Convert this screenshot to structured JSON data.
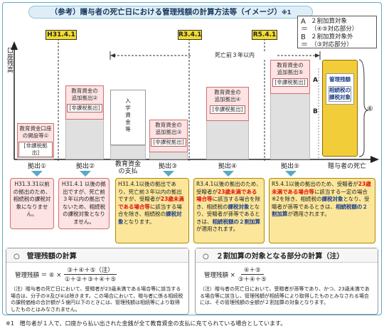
{
  "title": "（参考）贈与者の死亡日における管理残額の計算方法等（イメージ）",
  "title_note": "※1",
  "legend": {
    "a_key": "A＝",
    "a_line1": "２割加算対象",
    "a_line2": "（④⑤対応部分）",
    "b_key": "B＝",
    "b_line1": "２割加算対象外",
    "b_line2": "（③対応部分）"
  },
  "y_axis_label": "口座残高",
  "dates": {
    "h31": "H31.4.1",
    "r3": "R3.4.1",
    "r5": "R5.4.1"
  },
  "span_label": "死亡前３年以内",
  "bars": {
    "b1_l1": "教育資金口座",
    "b1_l2": "の開設等①",
    "b1_sub": "非課税拠出",
    "b2_l1": "教育資金の",
    "b2_l2": "追加拠出②",
    "b2_sub": "非課税拠出",
    "entry_l1": "入",
    "entry_l2": "学",
    "entry_l3": "資",
    "entry_l4": "金",
    "entry_l5": "等",
    "b3_l1": "教育資金の",
    "b3_l2": "追加拠出③",
    "b3_sub": "非課税拠出",
    "b4_l1": "教育資金の",
    "b4_l2": "追加拠出④",
    "b4_sub": "非課税拠出",
    "b5_l1": "教育資金の",
    "b5_l2": "追加拠出⑤",
    "b5_sub": "非課税拠出",
    "mgmt_l1": "管理残額",
    "mgmt_l2": "相続税の",
    "mgmt_l3": "課税対象",
    "a_label": "A",
    "b_label": "B",
    "six": "⑥"
  },
  "x_labels": {
    "x1": "拠出①",
    "x2": "拠出②",
    "x_edu_1": "教育資金",
    "x_edu_2": "の支払",
    "x3": "拠出③",
    "x4": "拠出④",
    "x5": "拠出⑤",
    "death": "贈与者の死亡"
  },
  "info": {
    "i1": "H31.3.31以前の拠出のため、相続税の課税対象になりません。",
    "i2": "H31.4.1 以後の拠出ですが、死亡前３年以内の拠出でないため、相続税の課税対象となりません。",
    "i3_a": "H31.4.1以後の拠出であり、死亡前３年以内の拠出ですが、受贈者が",
    "i3_red": "23歳未満である場合等",
    "i3_b": "に該当する場合を除き、相続税の",
    "i3_blue": "課税対象",
    "i3_c": "となります。",
    "i4_a": "R3.4.1以後の拠出のため、受贈者が",
    "i4_red": "23歳未満である場合等",
    "i4_b": "に該当する場合を除き、相続税の",
    "i4_blue1": "課税対象",
    "i4_c": "となり、受贈者が孫等であるときは、",
    "i4_blue2": "相続税額の２割加算",
    "i4_d": "が適用されます。",
    "i5_a": "R5.4.1以後の拠出のため、受贈者が",
    "i5_red": "23歳未満である場合等",
    "i5_b": "に該当する一定の場合※2を除き、相続税の",
    "i5_blue1": "課税対象",
    "i5_c": "となり、受贈者が孫等であるときは、",
    "i5_blue2": "相続税額の２割加算",
    "i5_d": "が適用されます。"
  },
  "calc1": {
    "title": "○　管理残額の計算",
    "lhs": "管理残額 ＝ ⑥ ×",
    "num": "③＋④＋⑤（注）",
    "den": "①＋②＋③＋④＋⑤",
    "note": "（注）贈与者の死亡日において、受贈者が23歳未満である場合等に該当する場合は、分子の③及び④は除きます。この場合において、贈与者に係る相続税の課税価格の合計額が５億円以下のときには、管理残額は相続等により取得したものとはみなされません。"
  },
  "calc2": {
    "title": "○　２割加算の対象となる部分の計算（注）",
    "lhs": "管理残額 ×",
    "num": "④＋⑤",
    "den": "③＋④＋⑤",
    "note": "（注）贈与者の死亡日において、受贈者が孫等であり、かつ、23歳未満である場合等に該当し、管理残額が相続等により取得したものとみなされる場合には、その管理残額の全額が２割加算の対象となります。"
  },
  "footnote": "※1　贈与者が１人で、口座から払い出された金銭が全て教育資金の支払に充てられている場合としています。",
  "colors": {
    "accent": "#5aa9c8",
    "date_tag": "#f2dc2e",
    "gold": "#f2cd3a",
    "pink": "#fde3e3",
    "red": "#dd1111",
    "blue": "#1a3e8a"
  }
}
